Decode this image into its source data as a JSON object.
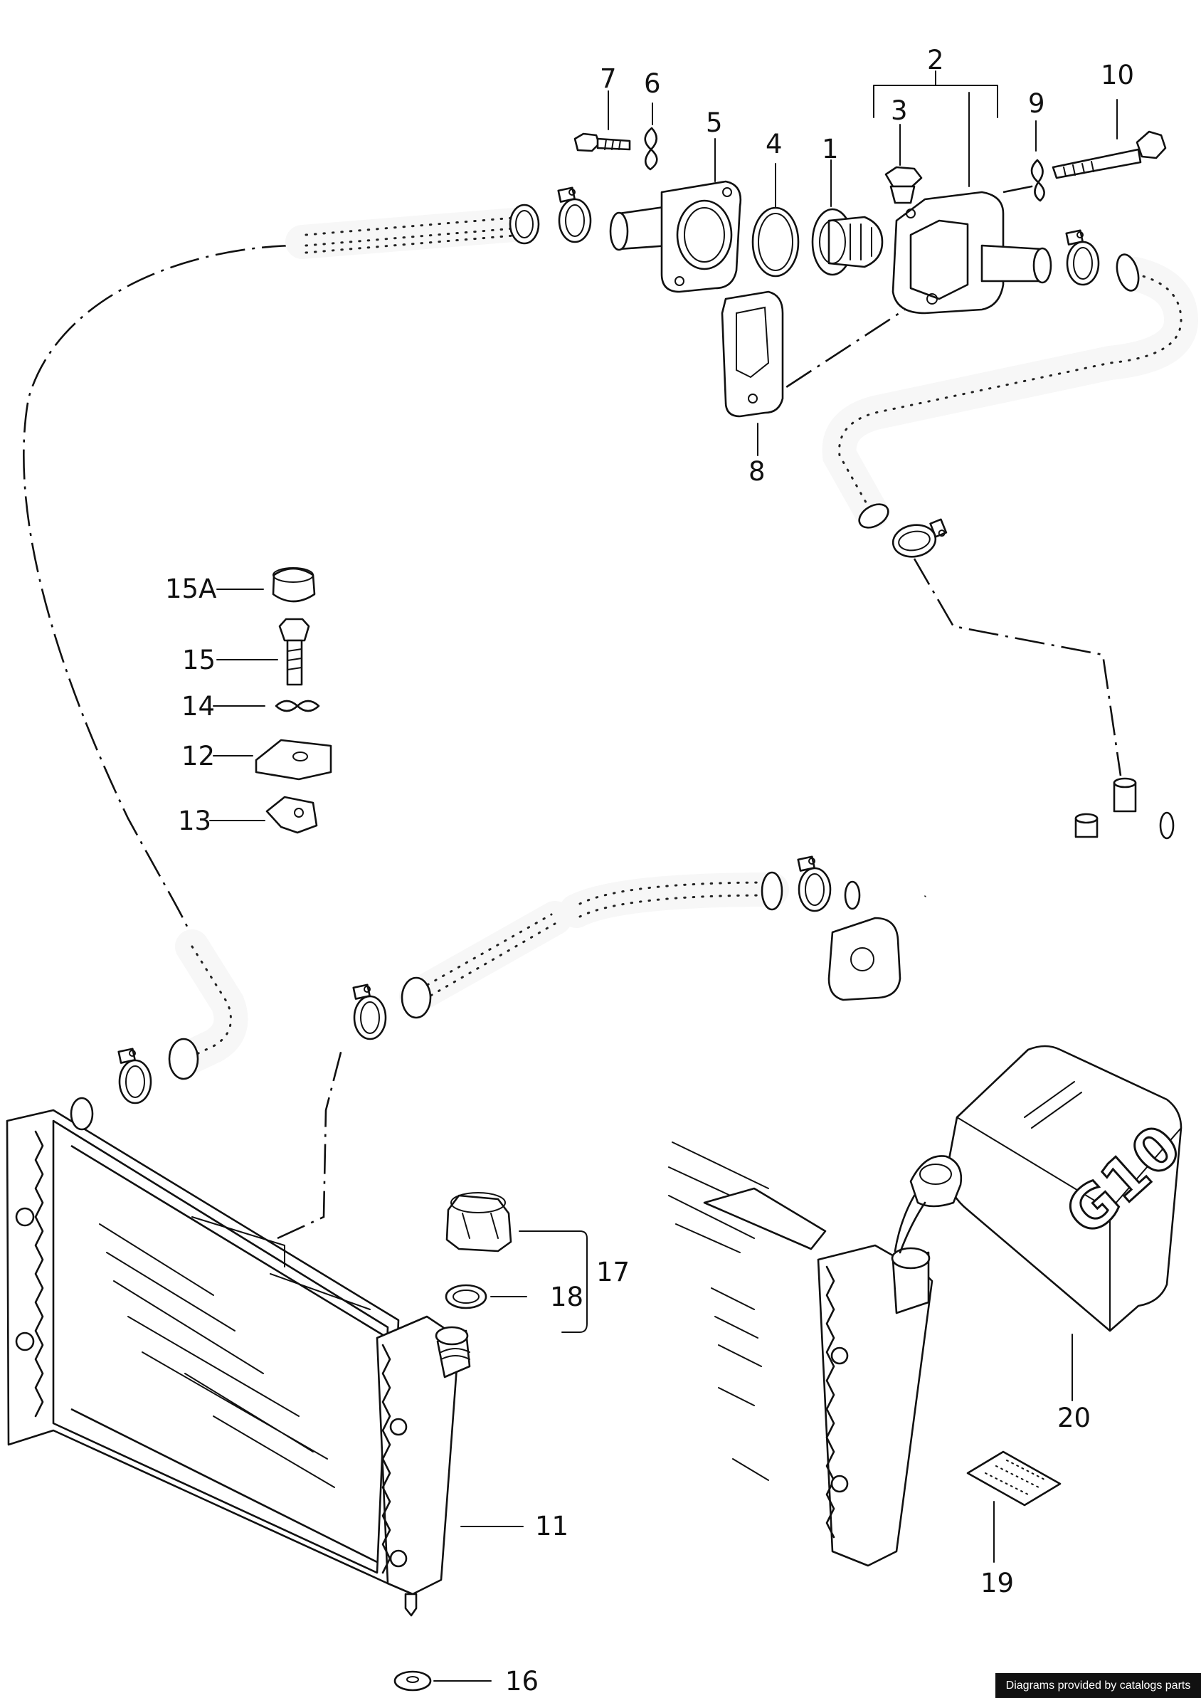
{
  "callouts": {
    "c1": "1",
    "c2": "2",
    "c3": "3",
    "c4": "4",
    "c5": "5",
    "c6": "6",
    "c7": "7",
    "c8": "8",
    "c9": "9",
    "c10": "10",
    "c11": "11",
    "c12": "12",
    "c13": "13",
    "c14": "14",
    "c15": "15",
    "c15a": "15A",
    "c16": "16",
    "c17": "17",
    "c18": "18",
    "c19": "19",
    "c20": "20"
  },
  "canister_label": "G10",
  "credit": "Diagrams provided by catalogs parts"
}
